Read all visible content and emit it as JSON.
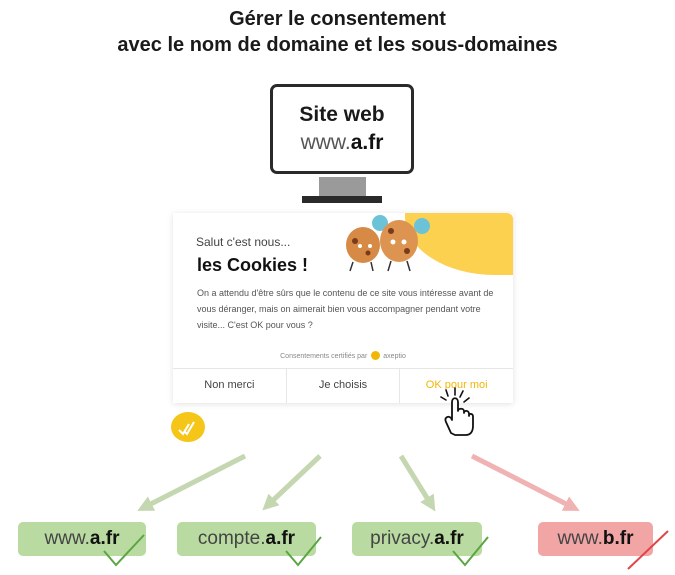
{
  "title": {
    "line1": "Gérer le consentement",
    "line2": "avec le nom de domaine et les sous-domaines"
  },
  "monitor": {
    "label": "Site web",
    "domain_prefix": "www.",
    "domain_main": "a.fr"
  },
  "banner": {
    "greeting": "Salut c'est nous...",
    "heading": "les Cookies !",
    "body": "On a attendu d'être sûrs que le contenu de ce site vous intéresse avant de vous déranger, mais on aimerait bien vous accompagner pendant votre visite... C'est OK pour vous ?",
    "certified": "Consentements certifiés par",
    "brand": "axeptio",
    "buttons": [
      "Non merci",
      "Je choisis",
      "OK pour moi"
    ]
  },
  "domains": [
    {
      "prefix": "www.",
      "main": "a.fr",
      "status": "allowed"
    },
    {
      "prefix": "compte.",
      "main": "a.fr",
      "status": "allowed"
    },
    {
      "prefix": "privacy.",
      "main": "a.fr",
      "status": "allowed"
    },
    {
      "prefix": "www.",
      "main": "b.fr",
      "status": "denied"
    }
  ],
  "colors": {
    "allowed_box": "#b9dba1",
    "allowed_arrow": "#c4d7b0",
    "allowed_check": "#5aa640",
    "denied_box": "#f2a5a5",
    "denied_arrow": "#f0b3b3",
    "denied_cross": "#e04646",
    "accent": "#f2b705"
  }
}
